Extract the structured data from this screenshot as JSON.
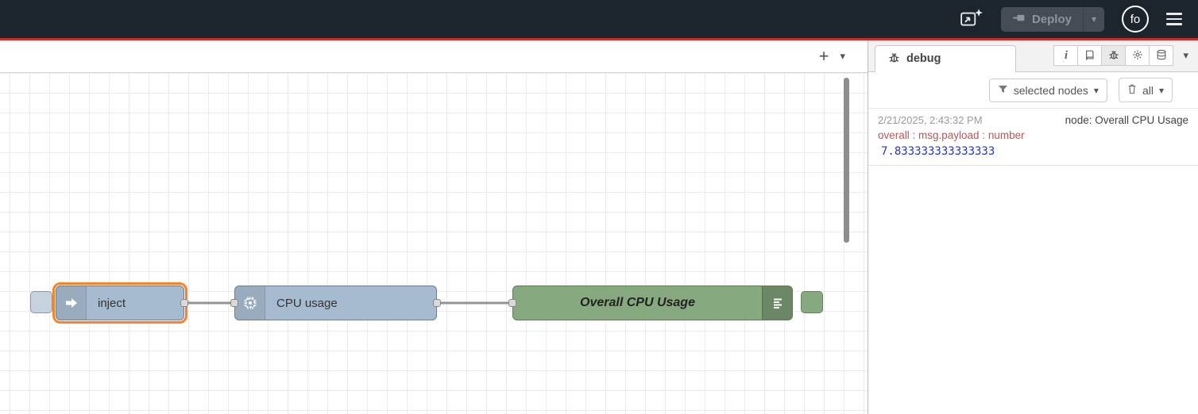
{
  "icons": {
    "plus": "+",
    "caret_down": "▾",
    "info": "i"
  },
  "header": {
    "deploy_label": "Deploy",
    "avatar_label": "fo"
  },
  "canvas": {
    "nodes": {
      "inject": {
        "label": "inject"
      },
      "cpu": {
        "label": "CPU usage"
      },
      "debug": {
        "label": "Overall CPU Usage"
      }
    }
  },
  "sidebar": {
    "tab_label": "debug",
    "filters": {
      "selected_nodes": "selected nodes",
      "all": "all"
    },
    "messages": [
      {
        "timestamp": "2/21/2025, 2:43:32 PM",
        "node": "node: Overall CPU Usage",
        "property": "overall : msg.payload : number",
        "value": "7.833333333333333"
      }
    ]
  },
  "colors": {
    "header_bg": "#1c242e",
    "accent_line": "#d02a2a",
    "inject_cpu_node": "#a6bbcf",
    "debug_node": "#87a980",
    "selected_outline": "#ff7f23",
    "debug_property_text": "#b05a5a",
    "debug_value_text": "#2334d0"
  }
}
